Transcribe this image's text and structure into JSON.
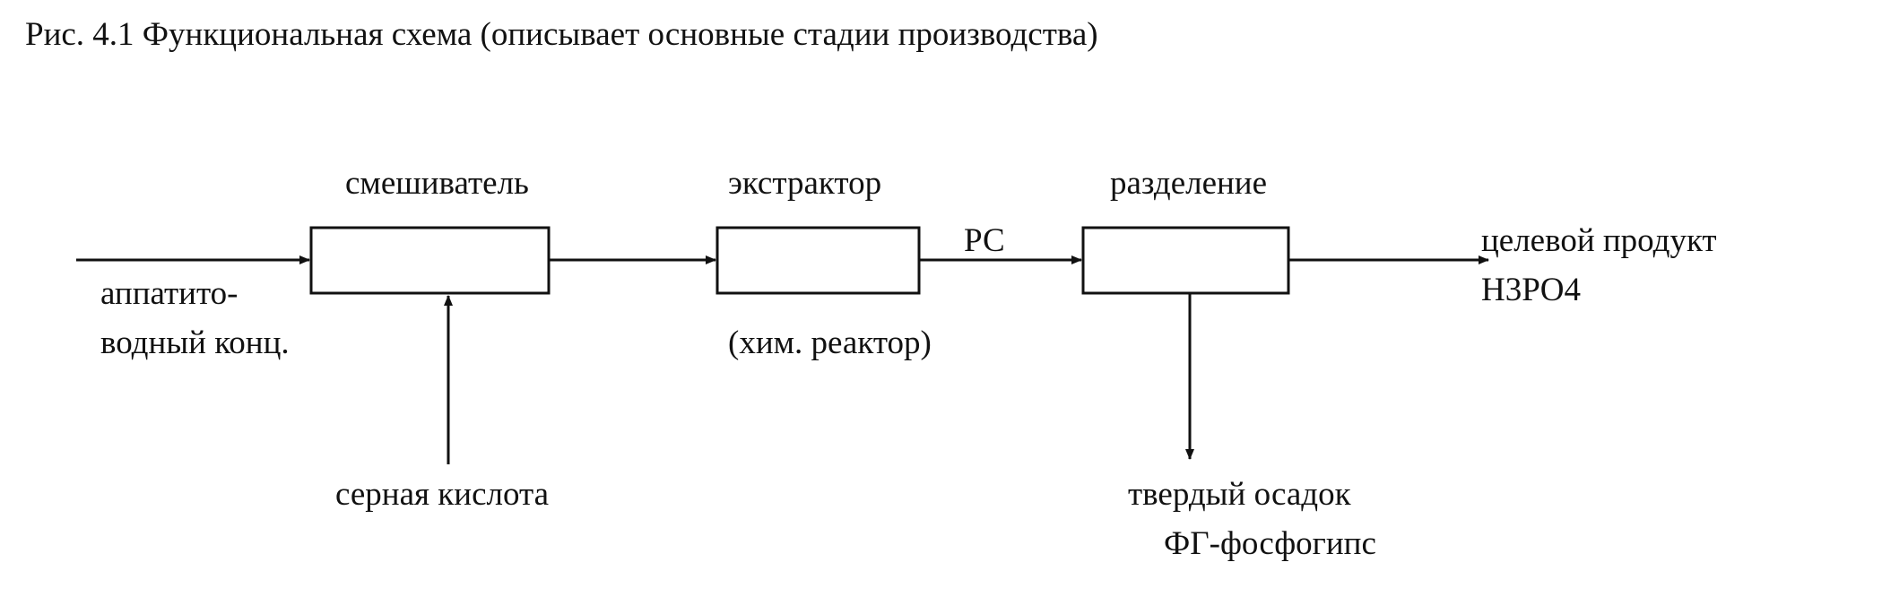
{
  "caption": "Рис. 4.1 Функциональная схема (описывает основные стадии производства)",
  "stages": {
    "mixer": "смешиватель",
    "extractor": "экстрактор",
    "extractor_note": "(хим. реактор)",
    "separation": "разделение"
  },
  "flows": {
    "feed_line1": "аппатито-",
    "feed_line2": "водный конц.",
    "acid": "серная кислота",
    "intermediate": "РС",
    "product_line1": "целевой продукт",
    "product_line2": "H3PO4",
    "sediment_line1": "твердый осадок",
    "sediment_line2": "ФГ-фосфогипс"
  }
}
